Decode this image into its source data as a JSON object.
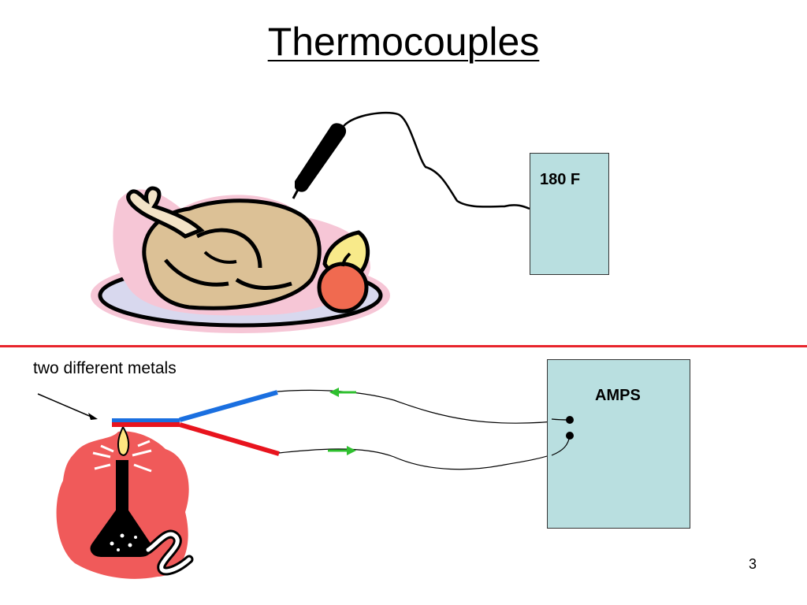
{
  "slide": {
    "title": "Thermocouples",
    "page_number": "3"
  },
  "top_meter": {
    "reading": "180 F"
  },
  "bottom_meter": {
    "label": "AMPS"
  },
  "caption": "two different metals",
  "colors": {
    "meter_fill": "#b9dfe0",
    "divider": "#e8242b",
    "metal_a": "#1a6fe0",
    "metal_b": "#e8141e",
    "arrow": "#2fc02f",
    "flame_backdrop": "#f05a5a"
  },
  "icons": [
    "roast-turkey-icon",
    "meat-thermometer-probe-icon",
    "bunsen-burner-icon"
  ]
}
